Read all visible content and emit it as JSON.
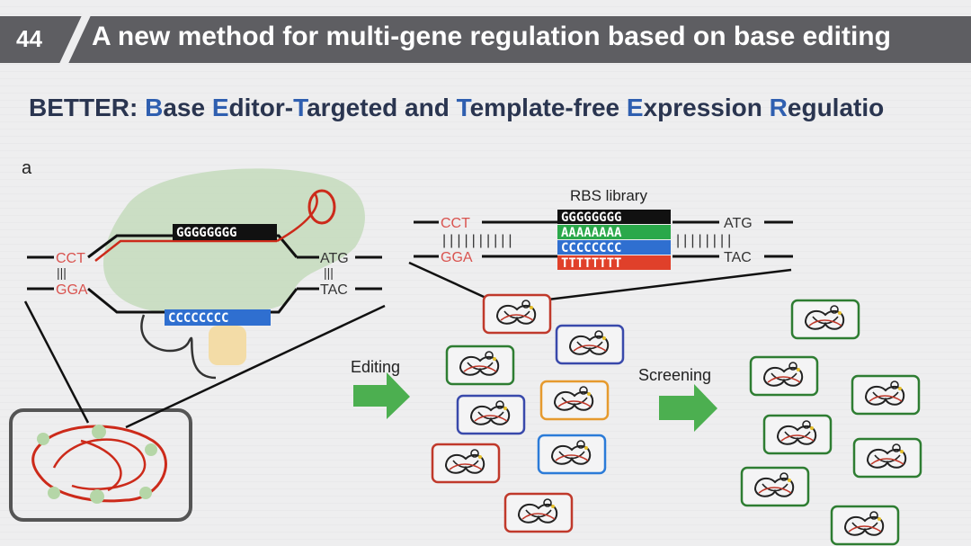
{
  "header": {
    "slide_number": "44",
    "title": "A new method for multi-gene regulation based on base editing"
  },
  "subtitle": {
    "parts": [
      {
        "text": "BETTER: ",
        "highlight": false
      },
      {
        "text": "B",
        "highlight": true
      },
      {
        "text": "ase ",
        "highlight": false
      },
      {
        "text": "E",
        "highlight": true
      },
      {
        "text": "ditor-",
        "highlight": false
      },
      {
        "text": "T",
        "highlight": true
      },
      {
        "text": "argeted and ",
        "highlight": false
      },
      {
        "text": "T",
        "highlight": true
      },
      {
        "text": "emplate-free ",
        "highlight": false
      },
      {
        "text": "E",
        "highlight": true
      },
      {
        "text": "xpression ",
        "highlight": false
      },
      {
        "text": "R",
        "highlight": true
      },
      {
        "text": "egulatio",
        "highlight": false
      }
    ]
  },
  "panel_label": "a",
  "left_diagram": {
    "top_left_seq": "CCT",
    "bottom_left_seq": "GGA",
    "top_right_seq": "ATG",
    "bottom_right_seq": "TAC",
    "guide_seq": "GGGGGGGG",
    "target_seq": "CCCCCCCC",
    "ticks": "|||"
  },
  "rbs_library": {
    "title": "RBS library",
    "top_left_seq": "CCT",
    "bottom_left_seq": "GGA",
    "top_right_seq": "ATG",
    "bottom_right_seq": "TAC",
    "rows": [
      {
        "seq": "GGGGGGGG",
        "color": "#111111"
      },
      {
        "seq": "AAAAAAAA",
        "color": "#2aa84a"
      },
      {
        "seq": "CCCCCCCC",
        "color": "#2f6fd0"
      },
      {
        "seq": "TTTTTTTT",
        "color": "#e0402a"
      }
    ]
  },
  "labels": {
    "editing": "Editing",
    "screening": "Screening"
  },
  "colors": {
    "arrow_green": "#4caf50",
    "plasmid_red": "#cc2a1a",
    "protein_green": "#c6dcbf",
    "box_colors": [
      "#c0392b",
      "#2e7d32",
      "#3949ab",
      "#e69a2e",
      "#2b7bd8"
    ]
  }
}
